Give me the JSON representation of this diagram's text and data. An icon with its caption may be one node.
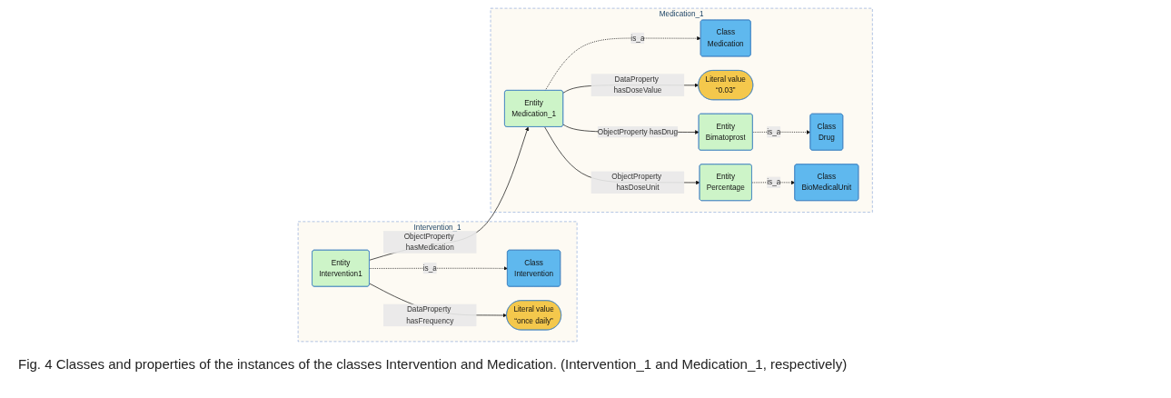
{
  "diagram": {
    "nodes": [
      {
        "text": [
          "Intervention_1"
        ]
      },
      {
        "text": [
          "Class",
          "Intervention"
        ],
        "in": 0
      },
      {
        "text": [
          "Entity",
          "Intervention1"
        ],
        "in": 0
      },
      {
        "text": [
          "Literal value",
          "“once daily”"
        ],
        "in": 0
      },
      {
        "text": [
          "Medication_1"
        ]
      },
      {
        "text": [
          "Class",
          "Medication"
        ],
        "in": 4
      },
      {
        "text": [
          "Entity",
          "Medication_1"
        ],
        "in": 4
      },
      {
        "text": [
          "Literal value",
          "“0.03”"
        ],
        "in": 4
      },
      {
        "text": [
          "Class",
          "Drug"
        ],
        "in": 4
      },
      {
        "text": [
          "Entity",
          "Bimatoprost"
        ],
        "in": 4
      },
      {
        "text": [
          "Class",
          "BioMedicalUnit"
        ],
        "in": 4
      },
      {
        "text": [
          "Entity",
          "Percentage"
        ],
        "in": 4
      }
    ],
    "edges": [
      {
        "from": 2,
        "to": 1,
        "arrow": "to",
        "label": "is_a",
        "style": "dashed"
      },
      {
        "from": 2,
        "to": 3,
        "arrow": "to",
        "label": "DataProperty hasFrequency"
      },
      {
        "from": 2,
        "to": 6,
        "arrow": "to",
        "label": "ObjectProperty hasMedication"
      },
      {
        "from": 6,
        "to": 5,
        "arrow": "to",
        "label": "is_a",
        "style": "dashed"
      },
      {
        "from": 6,
        "to": 7,
        "arrow": "to",
        "label": "DataProperty hasDoseValue"
      },
      {
        "from": 6,
        "to": 9,
        "arrow": "to",
        "label": "ObjectProperty hasDrug"
      },
      {
        "from": 9,
        "to": 8,
        "arrow": "to",
        "label": "is_a",
        "style": "dashed"
      },
      {
        "from": 6,
        "to": 11,
        "arrow": "to",
        "label": "ObjectProperty hasDoseUnit"
      },
      {
        "from": 11,
        "to": 10,
        "arrow": "to",
        "label": "is_a",
        "style": "dashed"
      }
    ],
    "caption": "Fig. 4 Classes and properties of the instances of the classes Intervention and Medication. (Intervention_1 and Medication_1, respectively)"
  }
}
